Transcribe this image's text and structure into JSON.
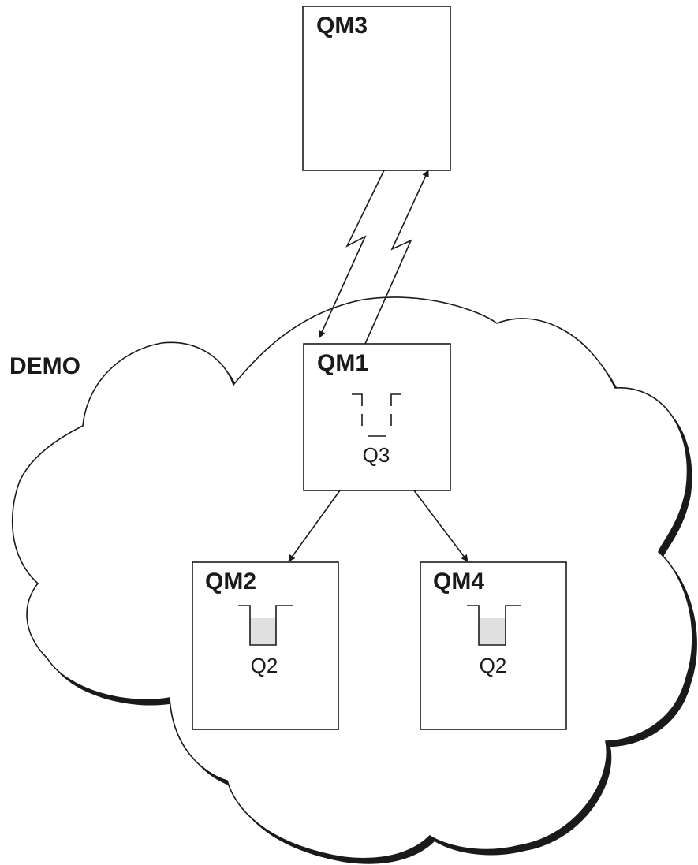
{
  "cluster": {
    "label": "DEMO"
  },
  "queue_managers": {
    "qm3": {
      "label": "QM3"
    },
    "qm1": {
      "label": "QM1",
      "queue_label": "Q3",
      "queue_type": "remote-definition"
    },
    "qm2": {
      "label": "QM2",
      "queue_label": "Q2",
      "queue_type": "local"
    },
    "qm4": {
      "label": "QM4",
      "queue_label": "Q2",
      "queue_type": "local"
    }
  },
  "colors": {
    "stroke": "#1a1a1a",
    "queue_fill": "#e0e0e0",
    "background": "#ffffff"
  }
}
